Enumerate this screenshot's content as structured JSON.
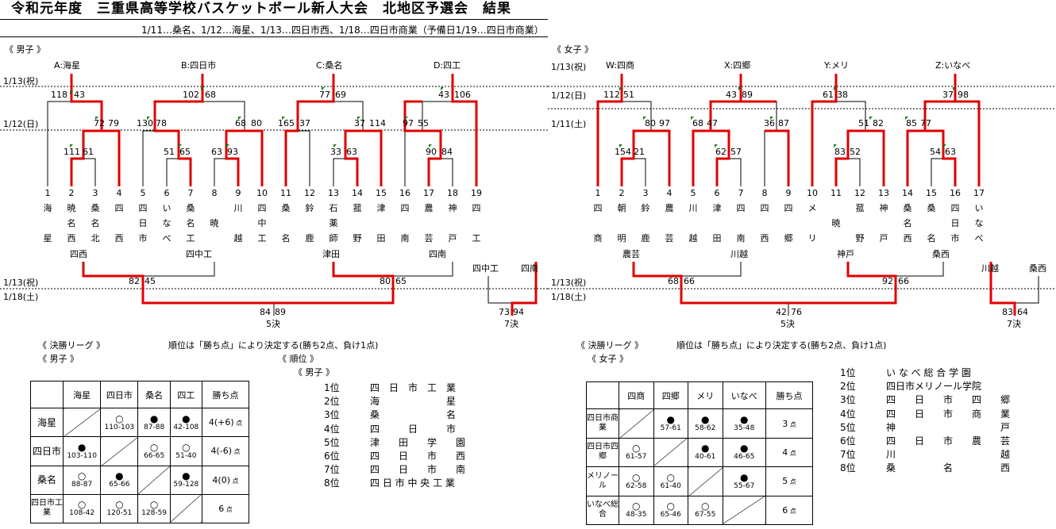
{
  "title": "令和元年度　三重県高等学校バスケットボール新人大会　北地区予選会　結果",
  "schedule": "1/11…桑名、1/12…海星、1/13…四日市西、1/18…四日市商業（予備日1/19…四日市商業）",
  "boys": {
    "label": "《 男子 》",
    "blocks": [
      "A:海星",
      "B:四日市",
      "C:桑名",
      "D:四工"
    ],
    "dates": [
      "1/13(祝)",
      "1/12(日)",
      "1/13(祝)",
      "1/18(土)"
    ],
    "teams": [
      {
        "n": "1",
        "a": "海",
        "b": "",
        "c": "星"
      },
      {
        "n": "2",
        "a": "暁",
        "b": "名",
        "c": "西"
      },
      {
        "n": "3",
        "a": "桑",
        "b": "名",
        "c": "北"
      },
      {
        "n": "4",
        "a": "四",
        "b": "",
        "c": "西"
      },
      {
        "n": "5",
        "a": "四",
        "b": "日",
        "c": "市"
      },
      {
        "n": "6",
        "a": "い",
        "b": "な",
        "c": "べ"
      },
      {
        "n": "7",
        "a": "桑",
        "b": "名",
        "c": "工"
      },
      {
        "n": "8",
        "a": "",
        "b": "暁",
        "c": ""
      },
      {
        "n": "9",
        "a": "川",
        "b": "",
        "c": "越"
      },
      {
        "n": "10",
        "a": "四",
        "b": "中",
        "c": "工"
      },
      {
        "n": "11",
        "a": "桑",
        "b": "",
        "c": "名"
      },
      {
        "n": "12",
        "a": "鈴",
        "b": "",
        "c": "鹿"
      },
      {
        "n": "13",
        "a": "石",
        "b": "薬",
        "c": "師"
      },
      {
        "n": "14",
        "a": "菰",
        "b": "",
        "c": "野"
      },
      {
        "n": "15",
        "a": "津",
        "b": "",
        "c": "田"
      },
      {
        "n": "16",
        "a": "四",
        "b": "",
        "c": "南"
      },
      {
        "n": "17",
        "a": "農",
        "b": "",
        "c": "芸"
      },
      {
        "n": "18",
        "a": "神",
        "b": "",
        "c": "戸"
      },
      {
        "n": "19",
        "a": "四",
        "b": "",
        "c": "工"
      }
    ],
    "scores": [
      "118",
      "43",
      "102",
      "68",
      "77",
      "69",
      "43",
      "106",
      "72",
      "79",
      "130",
      "78",
      "68",
      "80",
      "165",
      "37",
      "37",
      "114",
      "97",
      "55",
      "111",
      "61",
      "51",
      "65",
      "63",
      "93",
      "33",
      "63",
      "90",
      "84",
      "82",
      "45",
      "80",
      "65",
      "84",
      "89",
      "73",
      "94"
    ],
    "winners": [
      "四西",
      "四中工",
      "津田",
      "四南",
      "四中工",
      "四南"
    ],
    "finals": [
      "5決",
      "7決"
    ],
    "league_header": "《 決勝リーグ 》",
    "league_rule": "順位は「勝ち点」により決定する(勝ち2点、負け1点)",
    "league_sub": "《 男子 》",
    "table_cols": [
      "海星",
      "四日市",
      "桑名",
      "四工",
      "勝ち点"
    ],
    "table_rows": [
      {
        "team": "海星",
        "cells": [
          {
            "m": "",
            "r": ""
          },
          {
            "m": "○",
            "r": "110-103"
          },
          {
            "m": "●",
            "r": "87-88"
          },
          {
            "m": "●",
            "r": "42-108"
          }
        ],
        "pts": "4(+6)",
        "unit": "点"
      },
      {
        "team": "四日市",
        "cells": [
          {
            "m": "●",
            "r": "103-110"
          },
          {
            "m": "",
            "r": ""
          },
          {
            "m": "○",
            "r": "66-65"
          },
          {
            "m": "○",
            "r": "51-40"
          }
        ],
        "pts": "4(-6)",
        "unit": "点"
      },
      {
        "team": "桑名",
        "cells": [
          {
            "m": "○",
            "r": "88-87"
          },
          {
            "m": "●",
            "r": "65-66"
          },
          {
            "m": "",
            "r": ""
          },
          {
            "m": "●",
            "r": "59-128"
          }
        ],
        "pts": "4(0)",
        "unit": "点"
      },
      {
        "team": "四日市工業",
        "cells": [
          {
            "m": "○",
            "r": "108-42"
          },
          {
            "m": "○",
            "r": "120-51"
          },
          {
            "m": "○",
            "r": "128-59"
          },
          {
            "m": "",
            "r": ""
          }
        ],
        "pts": "6",
        "unit": "点"
      }
    ],
    "rank_header": "《 順位 》",
    "rank_sub": "《 男子 》",
    "ranks": [
      {
        "p": "1位",
        "t": "四　日　市　工　業"
      },
      {
        "p": "2位",
        "t": "海　　　　　　　星"
      },
      {
        "p": "3位",
        "t": "桑　　　　　　　名"
      },
      {
        "p": "4位",
        "t": "四　　　日　　　市"
      },
      {
        "p": "5位",
        "t": "津　　田　　学　　園"
      },
      {
        "p": "6位",
        "t": "四　　日　　市　　西"
      },
      {
        "p": "7位",
        "t": "四　　日　　市　　南"
      },
      {
        "p": "8位",
        "t": "四 日 市 中 央 工 業"
      }
    ]
  },
  "girls": {
    "label": "《 女子 》",
    "blocks": [
      "W:四商",
      "X:四郷",
      "Y:メリ",
      "Z:いなべ"
    ],
    "dates": [
      "1/13(祝)",
      "1/12(日)",
      "1/11(土)",
      "1/13(祝)",
      "1/18(土)"
    ],
    "teams": [
      {
        "n": "1",
        "a": "四",
        "b": "",
        "c": "商"
      },
      {
        "n": "2",
        "a": "朝",
        "b": "",
        "c": "明"
      },
      {
        "n": "3",
        "a": "鈴",
        "b": "",
        "c": "鹿"
      },
      {
        "n": "4",
        "a": "農",
        "b": "",
        "c": "芸"
      },
      {
        "n": "5",
        "a": "川",
        "b": "",
        "c": "越"
      },
      {
        "n": "6",
        "a": "津",
        "b": "",
        "c": "田"
      },
      {
        "n": "7",
        "a": "四",
        "b": "",
        "c": "南"
      },
      {
        "n": "8",
        "a": "四",
        "b": "",
        "c": "西"
      },
      {
        "n": "9",
        "a": "四",
        "b": "",
        "c": "郷"
      },
      {
        "n": "10",
        "a": "メ",
        "b": "",
        "c": "リ"
      },
      {
        "n": "11",
        "a": "",
        "b": "暁",
        "c": ""
      },
      {
        "n": "12",
        "a": "菰",
        "b": "",
        "c": "野"
      },
      {
        "n": "13",
        "a": "神",
        "b": "",
        "c": "戸"
      },
      {
        "n": "14",
        "a": "桑",
        "b": "名",
        "c": "西"
      },
      {
        "n": "15",
        "a": "桑",
        "b": "",
        "c": "名"
      },
      {
        "n": "16",
        "a": "四",
        "b": "日",
        "c": "市"
      },
      {
        "n": "17",
        "a": "い",
        "b": "な",
        "c": "べ"
      }
    ],
    "scores": [
      "112",
      "51",
      "43",
      "89",
      "61",
      "38",
      "37",
      "98",
      "80",
      "97",
      "68",
      "47",
      "36",
      "87",
      "51",
      "82",
      "85",
      "77",
      "154",
      "21",
      "62",
      "57",
      "83",
      "52",
      "54",
      "63",
      "68",
      "66",
      "92",
      "66",
      "42",
      "76",
      "83",
      "64"
    ],
    "winners": [
      "農芸",
      "川越",
      "神戸",
      "桑西",
      "川越",
      "桑西"
    ],
    "finals": [
      "5決",
      "7決"
    ],
    "league_header": "《 決勝リーグ 》",
    "league_rule": "順位は「勝ち点」により決定する(勝ち2点、負け1点)",
    "league_sub": "《 女子 》",
    "table_cols": [
      "四商",
      "四郷",
      "メリ",
      "いなべ",
      "勝ち点"
    ],
    "table_rows": [
      {
        "team": "四日市商業",
        "cells": [
          {
            "m": "",
            "r": ""
          },
          {
            "m": "●",
            "r": "57-61"
          },
          {
            "m": "●",
            "r": "58-62"
          },
          {
            "m": "●",
            "r": "35-48"
          }
        ],
        "pts": "3",
        "unit": "点"
      },
      {
        "team": "四日市四郷",
        "cells": [
          {
            "m": "○",
            "r": "61-57"
          },
          {
            "m": "",
            "r": ""
          },
          {
            "m": "●",
            "r": "40-61"
          },
          {
            "m": "●",
            "r": "46-65"
          }
        ],
        "pts": "4",
        "unit": "点"
      },
      {
        "team": "メリノール",
        "cells": [
          {
            "m": "○",
            "r": "62-58"
          },
          {
            "m": "○",
            "r": "61-40"
          },
          {
            "m": "",
            "r": ""
          },
          {
            "m": "●",
            "r": "55-67"
          }
        ],
        "pts": "5",
        "unit": "点"
      },
      {
        "team": "いなべ総合",
        "cells": [
          {
            "m": "○",
            "r": "48-35"
          },
          {
            "m": "○",
            "r": "65-46"
          },
          {
            "m": "○",
            "r": "67-55"
          },
          {
            "m": "",
            "r": ""
          }
        ],
        "pts": "6",
        "unit": "点"
      }
    ],
    "ranks": [
      {
        "p": "1位",
        "t": "い な べ 総 合 学 園"
      },
      {
        "p": "2位",
        "t": "四日市メリノール学院"
      },
      {
        "p": "3位",
        "t": "四　　日　　市　　四　　郷"
      },
      {
        "p": "4位",
        "t": "四　　日　　市　　商　　業"
      },
      {
        "p": "5位",
        "t": "神　　　　　　　　　　　戸"
      },
      {
        "p": "6位",
        "t": "四　　日　　市　　農　　芸"
      },
      {
        "p": "7位",
        "t": "川　　　　　　　　　　　越"
      },
      {
        "p": "8位",
        "t": "桑　　　　　名　　　　　西"
      }
    ]
  },
  "colors": {
    "win_line": "#e00000",
    "line": "#000000",
    "flag": "#008000"
  }
}
